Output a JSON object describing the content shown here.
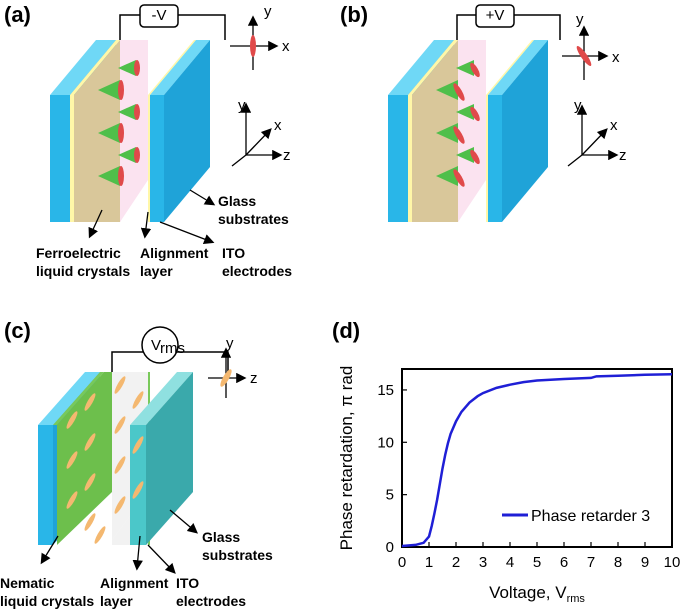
{
  "panels": {
    "a": {
      "label": "(a)",
      "source": "-V",
      "axes_top": [
        "y",
        "x"
      ],
      "axes_bottom": [
        "y",
        "x",
        "z"
      ],
      "labels": {
        "lc": [
          "Ferroelectric",
          "liquid crystals"
        ],
        "align": [
          "Alignment",
          "layer"
        ],
        "ito": [
          "ITO",
          "electrodes"
        ],
        "glass": [
          "Glass",
          "substrates"
        ]
      }
    },
    "b": {
      "label": "(b)",
      "source": "+V",
      "axes_top": [
        "y",
        "x"
      ],
      "axes_bottom": [
        "y",
        "x",
        "z"
      ]
    },
    "c": {
      "label": "(c)",
      "source": "V",
      "source_sub": "rms",
      "axes_top": [
        "y",
        "z"
      ],
      "labels": {
        "lc": [
          "Nematic",
          "liquid crystals"
        ],
        "align": [
          "Alignment",
          "layer"
        ],
        "ito": [
          "ITO",
          "electrodes"
        ],
        "glass": [
          "Glass",
          "substrates"
        ]
      }
    },
    "d": {
      "label": "(d)"
    }
  },
  "colors": {
    "glass_front": "#29b6e8",
    "glass_side": "#6fd8f6",
    "glass_dark": "#1a8fc4",
    "ito": "#fff7a8",
    "flc_bg": "#d9c79a",
    "align_pink": "#fbe3f0",
    "nematic_green": "#79c95a",
    "lc_orange": "#f4b870",
    "cone_green": "#4fbf4a",
    "cone_red": "#e04a4a",
    "line_blue": "#1f1fd6",
    "glass_c": "#4bc7c9"
  },
  "chart_data": {
    "type": "line",
    "xlabel": "Voltage, V",
    "xlabel_sub": "rms",
    "ylabel": "Phase retardation, π rad",
    "xlim": [
      0,
      10
    ],
    "ylim": [
      0,
      17
    ],
    "xticks": [
      0,
      1,
      2,
      3,
      4,
      5,
      6,
      7,
      8,
      9,
      10
    ],
    "yticks": [
      0,
      5,
      10,
      15
    ],
    "legend_position": "lower-right",
    "series": [
      {
        "name": "Phase retarder 3",
        "color": "#1f1fd6",
        "x": [
          0,
          0.5,
          0.8,
          1.0,
          1.1,
          1.2,
          1.3,
          1.4,
          1.5,
          1.6,
          1.7,
          1.8,
          2.0,
          2.2,
          2.5,
          2.8,
          3.0,
          3.5,
          4.0,
          4.5,
          5.0,
          6.0,
          7.0,
          7.2,
          8.0,
          9.0,
          10.0
        ],
        "y": [
          0.1,
          0.2,
          0.4,
          1.0,
          2.0,
          3.2,
          4.5,
          6.0,
          7.5,
          8.8,
          9.9,
          10.8,
          12.0,
          12.9,
          13.8,
          14.4,
          14.7,
          15.2,
          15.5,
          15.75,
          15.9,
          16.05,
          16.15,
          16.3,
          16.35,
          16.45,
          16.5
        ]
      }
    ]
  }
}
